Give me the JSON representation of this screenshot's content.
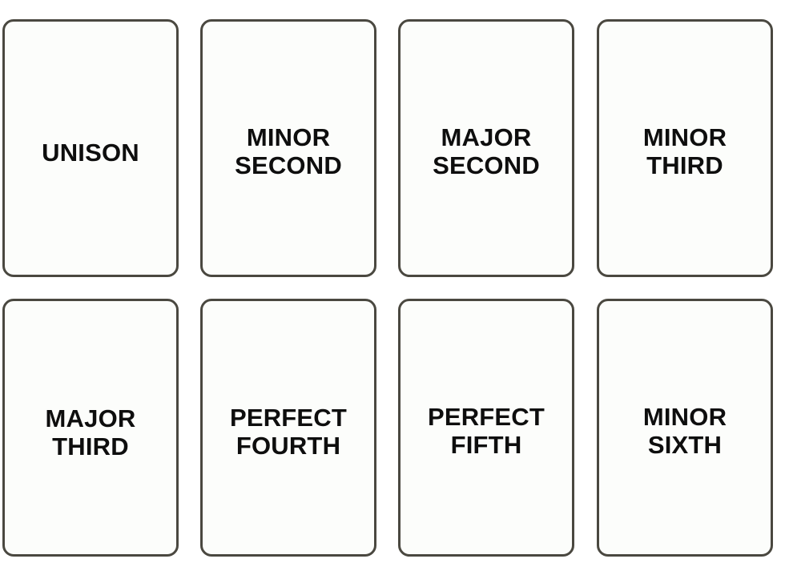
{
  "cards": [
    {
      "line1": "UNISON",
      "line2": ""
    },
    {
      "line1": "MINOR",
      "line2": "SECOND"
    },
    {
      "line1": "MAJOR",
      "line2": "SECOND"
    },
    {
      "line1": "MINOR",
      "line2": "THIRD"
    },
    {
      "line1": "MAJOR",
      "line2": "THIRD"
    },
    {
      "line1": "PERFECT",
      "line2": "FOURTH"
    },
    {
      "line1": "PERFECT",
      "line2": "FIFTH"
    },
    {
      "line1": "MINOR",
      "line2": "SIXTH"
    }
  ],
  "colors": {
    "card_border": "#4a4840",
    "card_background": "#fcfdfb",
    "text": "#0e0e0e"
  }
}
